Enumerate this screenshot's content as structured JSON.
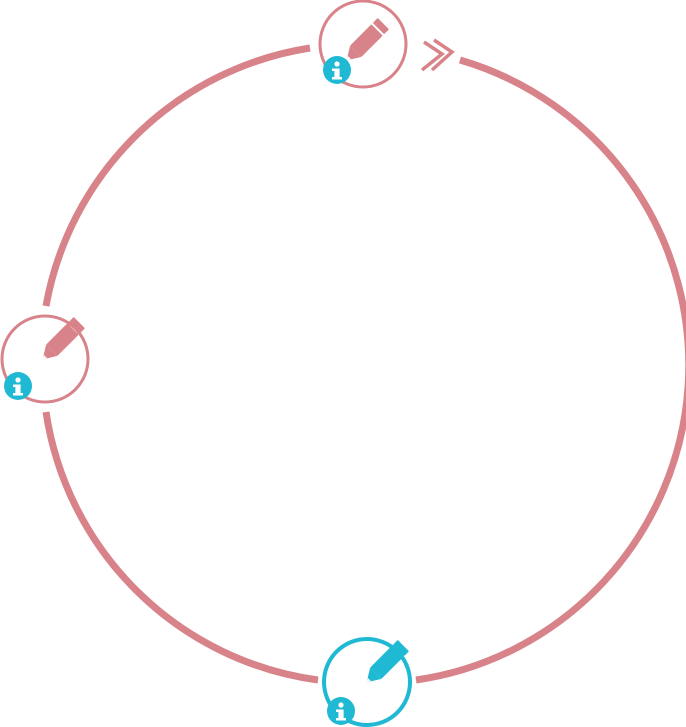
{
  "colors": {
    "ring": "#d88389",
    "accent": "#1fb9d4",
    "background": "#ffffff"
  },
  "direction_indicator": {
    "icon": "double-chevron-right-icon"
  },
  "nodes": [
    {
      "id": "top",
      "state": "default",
      "icon": "pencil-icon",
      "badge_icon": "info-icon"
    },
    {
      "id": "left",
      "state": "default",
      "icon": "pencil-icon",
      "badge_icon": "info-icon"
    },
    {
      "id": "bottom",
      "state": "active",
      "icon": "pencil-icon",
      "badge_icon": "info-icon"
    }
  ]
}
